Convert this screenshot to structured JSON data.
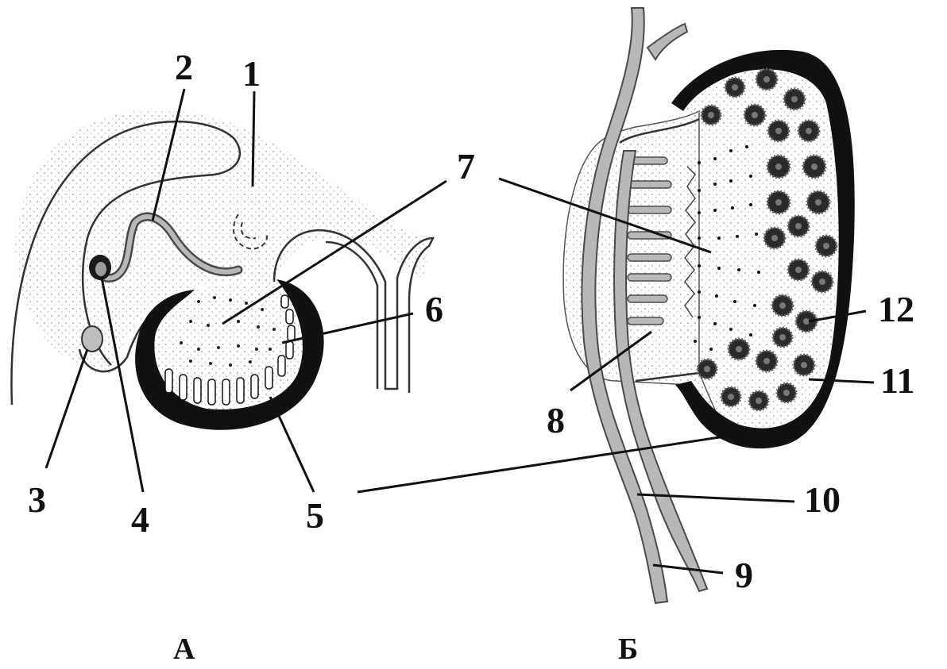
{
  "figure_a": {
    "caption": "А",
    "labels": {
      "l1": "1",
      "l2": "2",
      "l3": "3",
      "l4": "4",
      "l5": "5",
      "l6": "6",
      "l7": "7"
    }
  },
  "figure_b": {
    "caption": "Б",
    "labels": {
      "l8": "8",
      "l9": "9",
      "l10": "10",
      "l11": "11",
      "l12": "12"
    }
  },
  "colors": {
    "ink": "#111111",
    "vessel": "#b8b8b8",
    "capsule": "#111111",
    "stroma_dots": "#9a9a9a"
  }
}
